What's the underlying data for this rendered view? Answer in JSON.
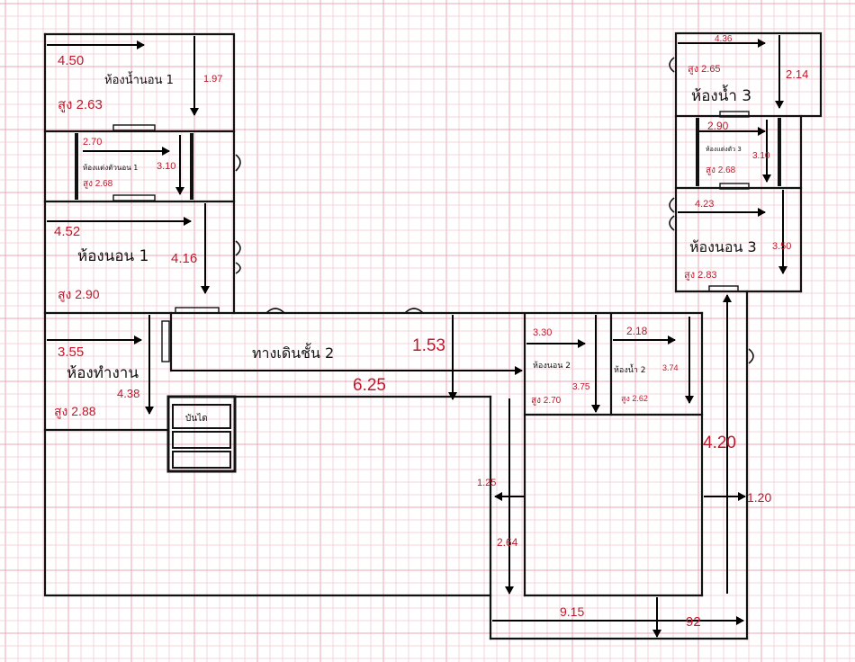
{
  "rooms": {
    "bath1": {
      "name": "ห้องน้ำนอน 1",
      "w": "4.50",
      "d": "1.97",
      "h": "สูง 2.63"
    },
    "dress1": {
      "name": "ห้องแต่งตัวนอน 1",
      "w": "2.70",
      "d": "3.10",
      "h": "สูง 2.68"
    },
    "bed1": {
      "name": "ห้องนอน 1",
      "w": "4.52",
      "d": "4.16",
      "h": "สูง 2.90"
    },
    "work": {
      "name": "ห้องทำงาน",
      "w": "3.55",
      "d": "4.38",
      "h": "สูง 2.88"
    },
    "hall": {
      "name": "ทางเดินชั้น 2",
      "w": "6.25",
      "d": "1.53"
    },
    "stairs": {
      "name": "บันได"
    },
    "bed2": {
      "name": "ห้องนอน 2",
      "w": "3.30",
      "d": "3.75",
      "h": "สูง 2.70"
    },
    "bath2": {
      "name": "ห้องน้ำ 2",
      "w": "2.18",
      "d": "3.74",
      "h": "สูง 2.62"
    },
    "bath3": {
      "name": "ห้องน้ำ 3",
      "w": "4.36",
      "d": "2.14",
      "h": "สูง 2.65"
    },
    "dress3": {
      "name": "ห้องแต่งตัว 3",
      "w": "2.90",
      "d": "3.10",
      "h": "สูง 2.68"
    },
    "bed3": {
      "name": "ห้องนอน 3",
      "w": "4.23",
      "d": "3.50",
      "h": "สูง 2.83"
    }
  },
  "dims": {
    "d125": "1.25",
    "d264": "2.64",
    "d420": "4.20",
    "d120": "1.20",
    "d915": "9.15",
    "d92": "92"
  }
}
